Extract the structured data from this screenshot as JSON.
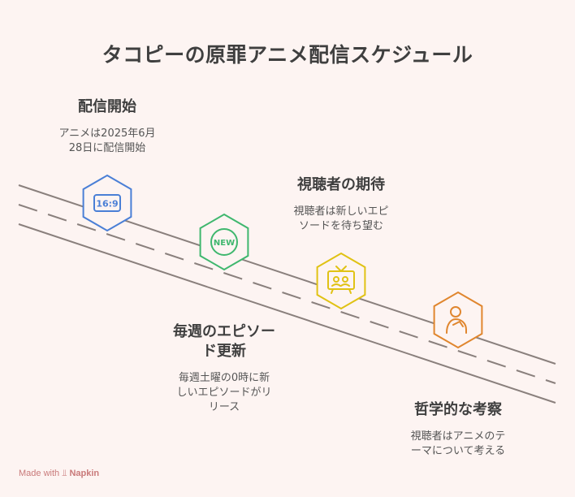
{
  "title": "タコピーの原罪アニメ配信スケジュール",
  "milestones": [
    {
      "heading": "配信開始",
      "desc_lines": [
        "アニメは2025年6月",
        "28日に配信開始"
      ],
      "icon": "aspect-ratio-16-9-icon",
      "icon_text": "16:9",
      "color": "#4a7fd6"
    },
    {
      "heading_lines": [
        "毎週のエピソー",
        "ド更新"
      ],
      "desc_lines": [
        "毎週土曜の0時に新",
        "しいエピソードがリ",
        "リース"
      ],
      "icon": "new-badge-icon",
      "icon_text": "NEW",
      "color": "#3fb76e"
    },
    {
      "heading": "視聴者の期待",
      "desc_lines": [
        "視聴者は新しいエピ",
        "ソードを待ち望む"
      ],
      "icon": "television-icon",
      "color": "#e0c214"
    },
    {
      "heading": "哲学的な考察",
      "desc_lines": [
        "視聴者はアニメのテ",
        "ーマについて考える"
      ],
      "icon": "thinking-person-icon",
      "color": "#e0862e"
    }
  ],
  "footer": {
    "made_with": "Made with",
    "brand": "Napkin"
  }
}
